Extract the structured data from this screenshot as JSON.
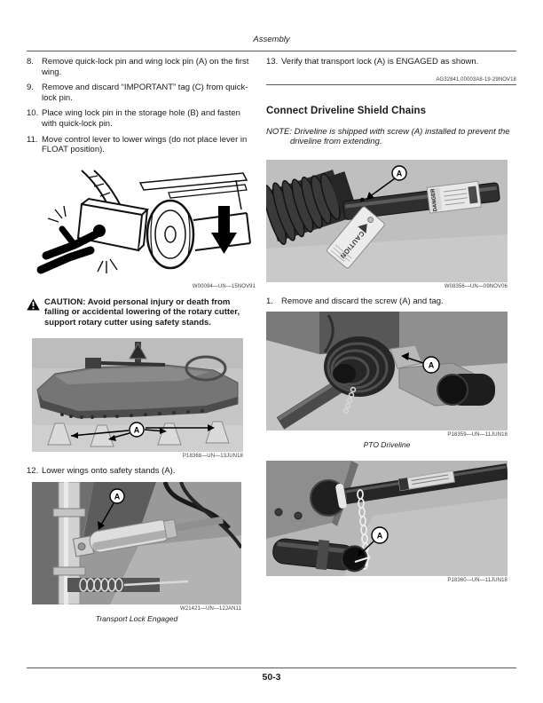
{
  "header": {
    "title": "Assembly"
  },
  "footer": {
    "page_number": "50-3"
  },
  "colors": {
    "ink": "#1a1a1a",
    "rule": "#5a5a5a",
    "photo_gray": "#b7b7b7"
  },
  "left": {
    "steps": [
      {
        "num": "8.",
        "text": "Remove quick-lock pin and wing lock pin (A) on the first wing."
      },
      {
        "num": "9.",
        "text": "Remove and discard “IMPORTANT” tag (C) from quick-lock pin."
      },
      {
        "num": "10.",
        "text": "Place wing lock pin in the storage hole (B) and fasten with quick-lock pin."
      },
      {
        "num": "11.",
        "text": "Move control lever to lower wings (do not place lever in FLOAT position)."
      }
    ],
    "fig_crush": {
      "code": "W00094—UN—15NOV91"
    },
    "caution": {
      "text": "CAUTION: Avoid personal injury or death from falling or accidental lowering of the rotary cutter, support rotary cutter using safety stands."
    },
    "fig_stands": {
      "code": "P18368—UN—13JUN18",
      "marker": "A"
    },
    "step_12": {
      "num": "12.",
      "text": "Lower wings onto safety stands (A)."
    },
    "fig_lock": {
      "code": "W21421—UN—12JAN11",
      "caption": "Transport Lock Engaged",
      "marker": "A"
    }
  },
  "right": {
    "step_13": {
      "num": "13.",
      "text": "Verify that transport lock (A) is ENGAGED as shown."
    },
    "section_code": "AG32841,00003A8-19-29NOV18",
    "heading": "Connect Driveline Shield Chains",
    "note": "NOTE: Driveline is shipped with screw (A) installed to prevent the driveline from extending.",
    "fig_tag": {
      "code": "W08356—UN—09NOV06",
      "marker": "A",
      "tag_label": "CAUTION",
      "danger_label": "DANGER"
    },
    "step_1": {
      "num": "1.",
      "text": "Remove and discard the screw (A) and tag."
    },
    "fig_pto": {
      "code": "P18359—UN—11JUN18",
      "caption": "PTO Driveline",
      "marker": "A"
    },
    "fig_chain": {
      "code": "P18360—UN—11JUN18",
      "marker": "A"
    }
  }
}
